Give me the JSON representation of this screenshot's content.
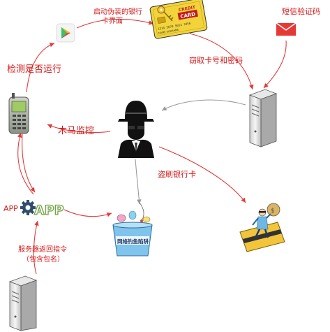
{
  "labels": {
    "launch_fake": "启动伪装的银行",
    "launch_fake_2": "卡界面",
    "check_running": "检测是否运行",
    "steal_card": "窃取卡号和密码",
    "sms_code": "短信验证码",
    "trojan_monitor": "木马监控",
    "steal_bank": "盗刷银行卡",
    "app_label": "APP",
    "app_logo_text": "APP",
    "server_return": "服务器返回指令",
    "server_return_2": "（包含包名）"
  },
  "card": {
    "brand_line1": "CREDIT",
    "brand_line2": "CARD",
    "number": "1234 5678 9012 3456",
    "name": "NAME SURNAME"
  },
  "phishing_bucket_text": "网络钓鱼陷阱",
  "colors": {
    "arrow_red": "#e23a3a",
    "label_red": "#d61a1a",
    "arrow_gray": "#9a9a9a",
    "card_yellow": "#f2d43a",
    "app_green": "#6fa342"
  },
  "icons": {
    "play_store": "play-store-icon",
    "credit_card": "credit-card-icon",
    "envelope": "envelope-icon",
    "phone": "mobile-phone-icon",
    "hacker": "hacker-spy-icon",
    "server": "server-tower-icon",
    "app_gear": "app-gear-icon",
    "phishing": "phishing-bucket-icon",
    "thief": "card-thief-icon"
  }
}
